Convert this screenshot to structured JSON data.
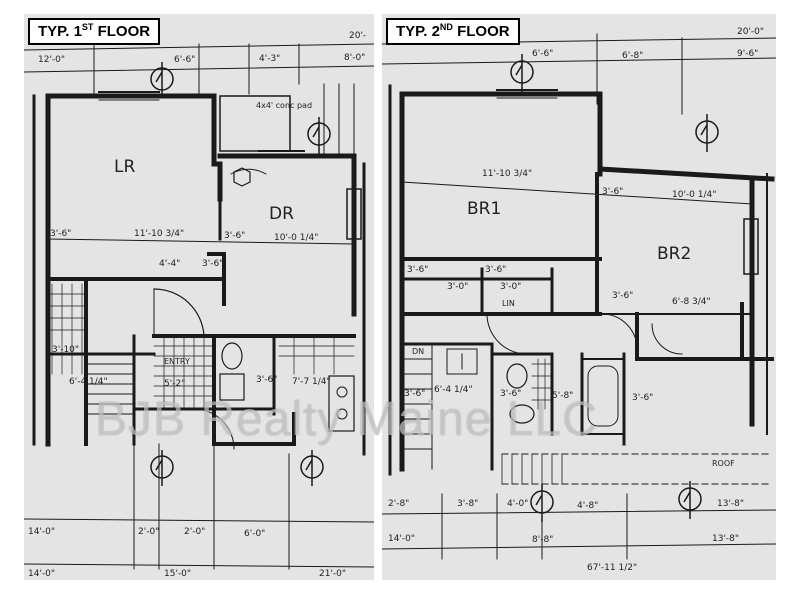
{
  "panels": [
    {
      "title": {
        "prefix": "TYP. 1",
        "sup": "ST",
        "suffix": " FLOOR"
      },
      "rooms": {
        "lr": "LR",
        "dr": "DR",
        "entry": "ENTRY"
      },
      "notes": {
        "pad": "4x4' conc pad"
      },
      "dims": {
        "top_a": "12'-0\"",
        "top_b": "6'-6\"",
        "top_c": "4'-3\"",
        "top_d": "8'-0\"",
        "top_e": "20'-",
        "mid_a": "3'-6\"",
        "mid_b": "11'-10 3/4\"",
        "mid_c": "3'-6\"",
        "mid_d": "10'-0 1/4\"",
        "mid_e": "4'-4\"",
        "mid_f": "3'-6\"",
        "low_a": "3'-10\"",
        "low_b": "6'-4 1/4\"",
        "low_c": "5'-2\"",
        "low_d": "3'-6\"",
        "low_e": "7'-7 1/4\"",
        "bot_a": "14'-0\"",
        "bot_b": "2'-0\"",
        "bot_c": "2'-0\"",
        "bot_d": "6'-0\"",
        "bot_e": "14'-0\"",
        "bot_f": "15'-0\"",
        "bot_g": "21'-0\""
      }
    },
    {
      "title": {
        "prefix": "TYP. 2",
        "sup": "ND",
        "suffix": " FLOOR"
      },
      "rooms": {
        "br1": "BR1",
        "br2": "BR2",
        "lin": "LIN",
        "dn": "DN",
        "roof": "ROOF"
      },
      "dims": {
        "top_a": "6'-6\"",
        "top_b": "6'-8\"",
        "top_c": "20'-0\"",
        "top_d": "9'-6\"",
        "mid_a": "11'-10 3/4\"",
        "mid_b": "3'-6\"",
        "mid_c": "10'-0 1/4\"",
        "mid_d": "3'-6\"",
        "mid_e": "3'-0\"",
        "mid_f": "3'-6\"",
        "mid_g": "3'-0\"",
        "mid_h": "6'-8 3/4\"",
        "mid_i": "3'-6\"",
        "low_a": "3'-6\"",
        "low_b": "6'-4 1/4\"",
        "low_c": "3'-6\"",
        "low_d": "5'-8\"",
        "low_e": "3'-6\"",
        "bot_a": "2'-8\"",
        "bot_b": "3'-8\"",
        "bot_c": "4'-0\"",
        "bot_d": "4'-8\"",
        "bot_e": "13'-8\"",
        "bot_f": "14'-0\"",
        "bot_g": "8'-8\"",
        "bot_h": "67'-11 1/2\"",
        "bot_i": "13'-8\""
      }
    }
  ],
  "watermark": "BJB Realty Maine LLC",
  "icons": {
    "north": "north-arrow-icon"
  },
  "colors": {
    "paper": "#e4e4e4",
    "ink": "#1a1a1a",
    "frame": "#ffffff"
  }
}
